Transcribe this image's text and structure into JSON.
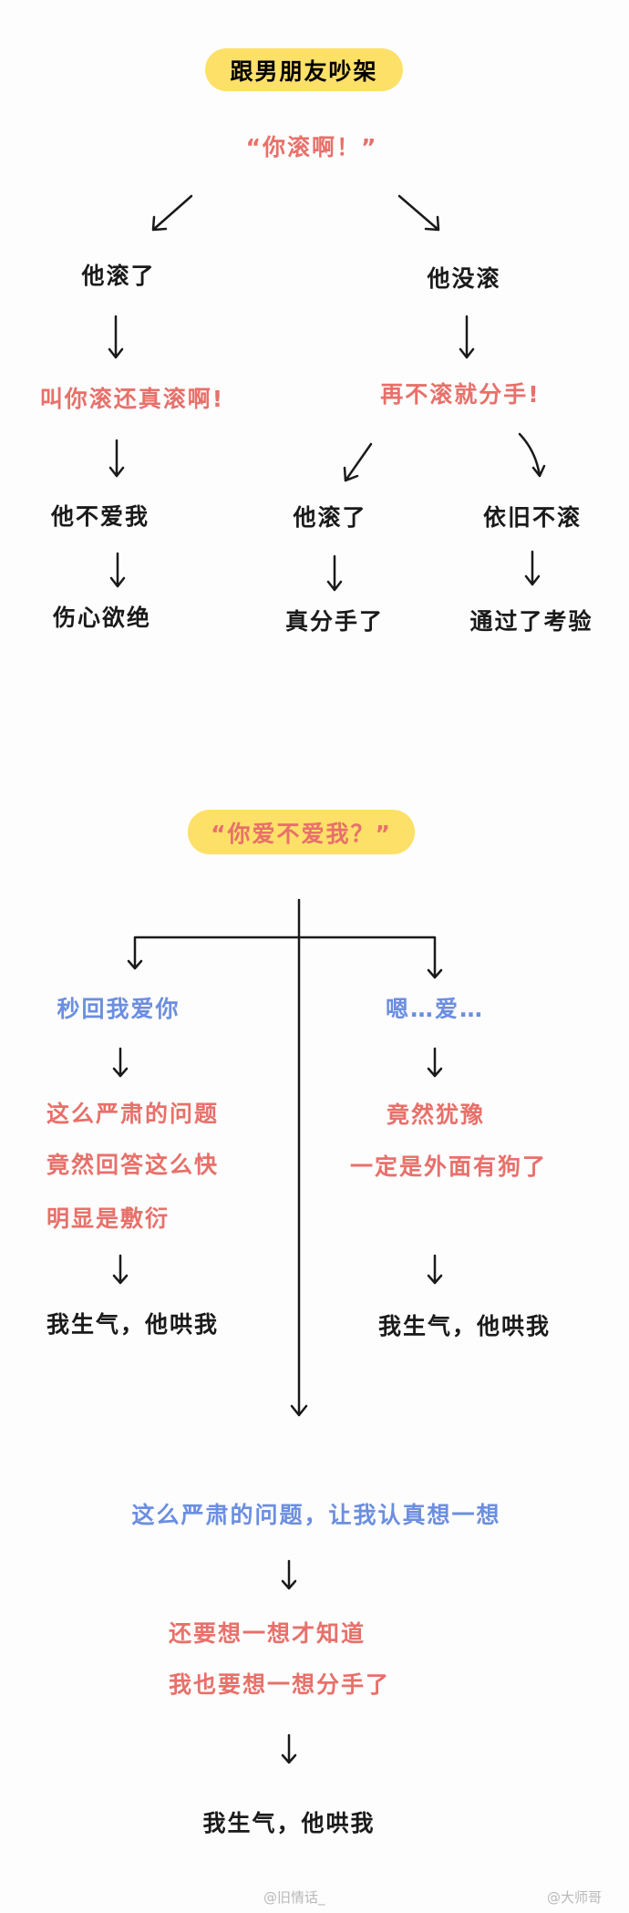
{
  "section1": {
    "title": "跟男朋友吵架",
    "quote": "“你滚啊！”",
    "left": {
      "branch": "他滚了",
      "reaction": "叫你滚还真滚啊!",
      "result": "他不爱我",
      "final": "伤心欲绝"
    },
    "right": {
      "branch": "他没滚",
      "reaction": "再不滚就分手!",
      "sub_left": {
        "branch": "他滚了",
        "final": "真分手了"
      },
      "sub_right": {
        "branch": "依旧不滚",
        "final": "通过了考验"
      }
    }
  },
  "section2": {
    "title": "“你爱不爱我？”",
    "left": {
      "answer": "秒回我爱你",
      "reaction": [
        "这么严肃的问题",
        "竟然回答这么快",
        "明显是敷衍"
      ],
      "final": "我生气，他哄我"
    },
    "right": {
      "answer": "嗯…爱…",
      "reaction": [
        "竟然犹豫",
        "一定是外面有狗了"
      ],
      "final": "我生气，他哄我"
    },
    "middle": {
      "answer": "这么严肃的问题，让我认真想一想",
      "reaction": [
        "还要想一想才知道",
        "我也要想一想分手了"
      ],
      "final": "我生气，他哄我"
    }
  },
  "watermarks": [
    "@旧情话_",
    "@大师哥"
  ],
  "colors": {
    "highlight": "#fde068",
    "red": "#e8706a",
    "blue": "#6b8ee0",
    "ink": "#1a1a1a"
  }
}
